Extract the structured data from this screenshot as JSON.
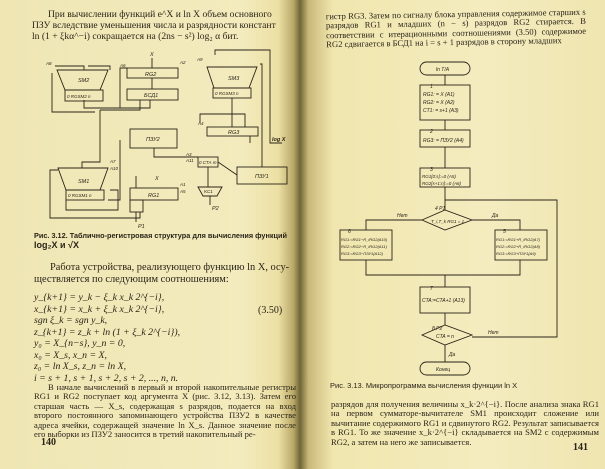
{
  "left_page": {
    "intro": [
      "При вычислении функций e^X и ln X объем основного",
      "ПЗУ вследствие уменьшения числа и разрядности констант",
      "ln (1 + ξkα^−i) сокращается на (2ns − s²) log₂ α бит."
    ],
    "figure_caption": [
      "Рис. 3.12. Таблично-регистровая структура для вычисления функций",
      "log₂X и √X"
    ],
    "diagram_labels": {
      "sm2": "SM2",
      "rgsm2": "0 RGSM2 n",
      "rg2": "RG2",
      "bsd1": "БСД1",
      "sm3": "SM3",
      "rgsm3": "0 RGSM3 n",
      "rg3": "RG3",
      "pzu2": "ПЗУ2",
      "cta": "0 СТА m",
      "pzu1": "ПЗУ1",
      "kc1": "KC1",
      "sm1": "SM1",
      "rgsm1": "0 RGSM1 n",
      "rg1": "RG1",
      "output": "log X",
      "x_in": "X",
      "p1": "P1",
      "p2": "P2",
      "a": [
        "A1",
        "A2",
        "A3",
        "A4",
        "A5",
        "A6",
        "A7",
        "A8",
        "A9",
        "A10",
        "A11"
      ]
    },
    "para1": [
      "Работа устройства, реализующего функцию ln X, осу-",
      "ществляется по следующим соотношениям:"
    ],
    "equations": [
      "y_{k+1} = y_k − ξ_k x_k 2^{−i},",
      "x_{k+1} = x_k + ξ_k x_k 2^{−i},",
      "sgn ξ_k = sgn y_k,",
      "z_{k+1} = z_k + ln (1 + ξ_k 2^{−i}),",
      "y₀ = X_{n−s}, y_n = 0,",
      "x₀ = X_s, x_n = X,",
      "z₀ = ln X_s, z_n = ln X,",
      "i = s + 1, s + 1, s + 2, s + 2, ..., n, n."
    ],
    "equation_number": "(3.50)",
    "para2": "В начале вычислений в первый и второй накопительные регистры RG1 и RG2 поступает код аргумента X (рис. 3.12, 3.13). Затем его старшая часть — X_s, содержащая s разрядов, подается на вход второго постоянного запоминающего устройства ПЗУ2 в качестве адреса ячейки, содержащей значение ln X_s. Данное значение после его выборки из ПЗУ2 заносится в третий накопительный ре-",
    "page_number": "140"
  },
  "right_page": {
    "intro": "гистр RG3. Затем по сигналу блока управления содержимое старших s разрядов RG1 и младших (n − s) разрядов RG2 стирается. В соответствии с итерационными соотношениями (3.50) содержимое RG2 сдвигается в БСД1 на i = s + 1 разрядов в сторону младших",
    "flowchart": {
      "start": "ln T/A",
      "block1": {
        "num": "1",
        "lines": [
          "RG1: = X    (A1)",
          "RG2: = X    (A2)",
          "CT1: = s+1 (A3)"
        ]
      },
      "block2": {
        "num": "2",
        "lines": [
          "RG3: = ПЗУ2 (A4)"
        ]
      },
      "block3": {
        "num": "3",
        "lines": [
          "RG1[0:s]:=0 (A5)",
          "RG2[s+1:n]:=0 (A6)"
        ]
      },
      "decision4": {
        "num": "4  P1",
        "text": "T_i,T_k RG1 = 1"
      },
      "block5": {
        "num": "5",
        "lines": [
          "RG1:=RG1+R_iRG2(A7)",
          "RG2:=RG2+R_iRG2(A8)",
          "RG3:=RG3+ПЗУ1(A9)"
        ]
      },
      "block6": {
        "num": "6",
        "lines": [
          "RG1:=RG1−R_iRG2(A10)",
          "RG2:=RG2−R_iRG2(A11)",
          "RG3:=RG3−ПЗУ1(A12)"
        ]
      },
      "block7": {
        "num": "7",
        "lines": [
          "CTA:=CTA+1 (A13)"
        ]
      },
      "decision8": {
        "num": "8  P2",
        "text": "CTA = n"
      },
      "no": "Нет",
      "yes": "Да",
      "end": "Конец"
    },
    "figure_caption": "Рис. 3.13. Микропрограмма вычисления функции ln X",
    "para": "разрядов для получения величины x_k·2^{−i}. После анализа знака RG1 на первом сумматоре-вычитателе SM1 происходит сложение или вычитание содержимого RG1 и сдвинутого RG2. Результат записывается в RG1. То же значение x_k·2^{−i} складывается на SM2 с содержимым RG2, а затем на него же записывается.",
    "page_number": "141"
  }
}
